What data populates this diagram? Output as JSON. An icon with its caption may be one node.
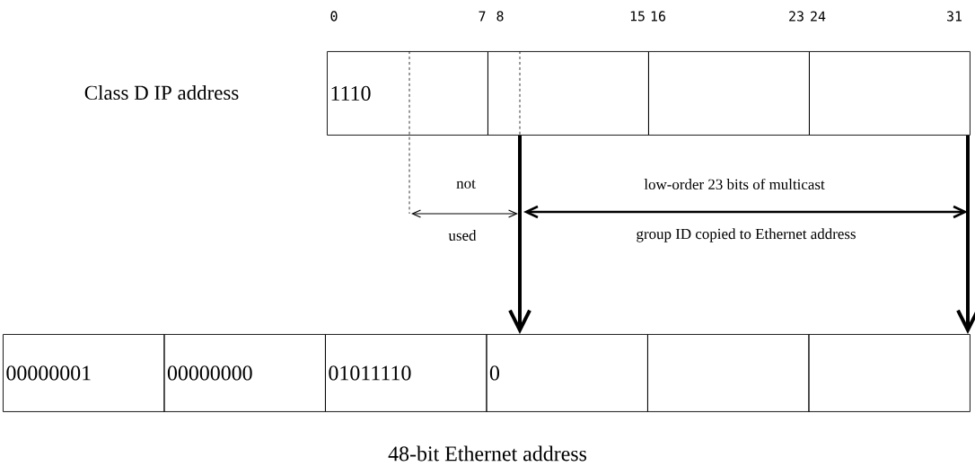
{
  "diagram": {
    "caption": "48-bit Ethernet address",
    "nodes": [
      {
        "text": [
          "1110"
        ]
      },
      {
        "text": [],
        "shape": "box"
      },
      {
        "text": [],
        "shape": "box"
      },
      {
        "text": [],
        "shape": "box"
      },
      {
        "text": [
          "00000001"
        ]
      },
      {
        "text": [
          "00000000"
        ]
      },
      {
        "text": [
          "01011110"
        ]
      },
      {
        "text": [
          "0"
        ]
      },
      {
        "text": [],
        "shape": "box"
      },
      {
        "text": [],
        "shape": "box"
      }
    ],
    "edges": [
      {
        "from": 1,
        "to": 7,
        "arrow": "to"
      },
      {
        "from": 3,
        "to": 9,
        "arrow": "to"
      }
    ],
    "labels": [
      "0",
      "7",
      "8",
      "15",
      "16",
      "23",
      "24",
      "31",
      "Class D IP address",
      "not",
      "low-order 23 bits of multicast",
      "used",
      "group ID copied to Ethernet address"
    ]
  }
}
